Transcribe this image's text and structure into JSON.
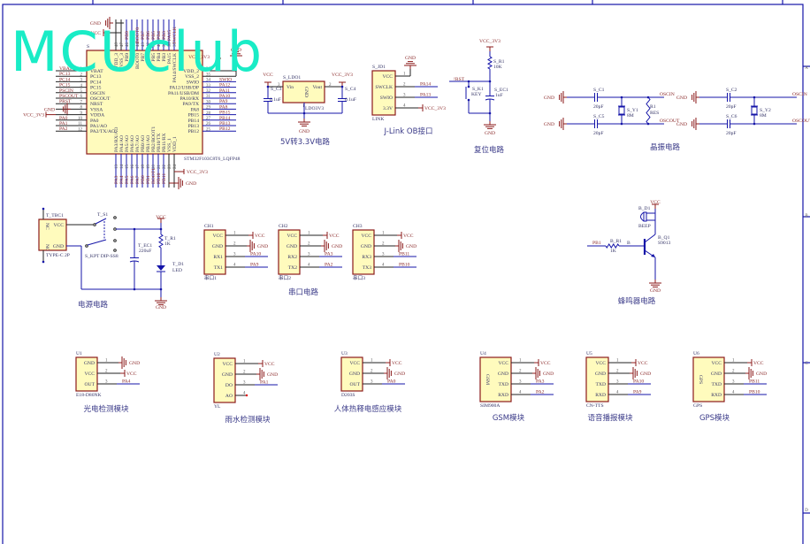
{
  "watermark": "MCUclub",
  "frame_letters": [
    "A",
    "B",
    "C",
    "D"
  ],
  "mcu": {
    "designator": "S",
    "part": "STM32F103C8T6_LQFP48",
    "left_pins": [
      {
        "num": "1",
        "name": "VBAT",
        "net": "VBAT"
      },
      {
        "num": "2",
        "name": "PC13",
        "net": "PC13"
      },
      {
        "num": "3",
        "name": "PC14",
        "net": "PC14"
      },
      {
        "num": "4",
        "name": "PC15",
        "net": "PC15"
      },
      {
        "num": "5",
        "name": "OSCIN",
        "net": "PSCIN"
      },
      {
        "num": "6",
        "name": "OSCOUT",
        "net": "PSCOUT"
      },
      {
        "num": "7",
        "name": "NRST",
        "net": "PRST"
      },
      {
        "num": "8",
        "name": "VSSA",
        "net": "GND"
      },
      {
        "num": "9",
        "name": "VDDA",
        "net": "VCC_3V3"
      },
      {
        "num": "10",
        "name": "PA0",
        "net": "PA0"
      },
      {
        "num": "11",
        "name": "PA1/AO",
        "net": "PA1"
      },
      {
        "num": "12",
        "name": "PA2/TX/AO",
        "net": "PA2"
      }
    ],
    "right_pins": [
      {
        "num": "36",
        "name": "VDD_2",
        "net": ""
      },
      {
        "num": "35",
        "name": "VSS_2",
        "net": ""
      },
      {
        "num": "34",
        "name": "SWIO",
        "net": "SWIO"
      },
      {
        "num": "33",
        "name": "PA12/USB/DP",
        "net": "PA12"
      },
      {
        "num": "32",
        "name": "PA11/USB/DM",
        "net": "PA11"
      },
      {
        "num": "31",
        "name": "PA10/RX",
        "net": "PA10"
      },
      {
        "num": "30",
        "name": "PA9/TX",
        "net": "PA9"
      },
      {
        "num": "29",
        "name": "PA8",
        "net": "PA8"
      },
      {
        "num": "28",
        "name": "PB15",
        "net": "PB15"
      },
      {
        "num": "27",
        "name": "PB14",
        "net": "PB14"
      },
      {
        "num": "26",
        "name": "PB13",
        "net": "PB13"
      },
      {
        "num": "25",
        "name": "PB12",
        "net": "PB12"
      }
    ],
    "top_pins": [
      {
        "num": "48",
        "name": "VDD_3",
        "net": ""
      },
      {
        "num": "47",
        "name": "VSS_3",
        "net": ""
      },
      {
        "num": "46",
        "name": "PB9",
        "net": "PB9"
      },
      {
        "num": "45",
        "name": "PB8",
        "net": "PB8"
      },
      {
        "num": "44",
        "name": "BOOT0",
        "net": "BOOT0"
      },
      {
        "num": "43",
        "name": "PB7",
        "net": "PB7"
      },
      {
        "num": "42",
        "name": "PB6",
        "net": "PB6"
      },
      {
        "num": "41",
        "name": "PB5",
        "net": "PB5"
      },
      {
        "num": "40",
        "name": "PB4",
        "net": "PB4"
      },
      {
        "num": "39",
        "name": "PB3",
        "net": "PB3"
      },
      {
        "num": "38",
        "name": "PA15",
        "net": "PA15"
      },
      {
        "num": "37",
        "name": "PA14/SWCLK",
        "net": "SWCLK"
      }
    ],
    "bottom_pins": [
      {
        "num": "13",
        "name": "PA3/RX/AO",
        "net": "PA3"
      },
      {
        "num": "14",
        "name": "PA4/AO",
        "net": "PA4"
      },
      {
        "num": "15",
        "name": "PA5/AO",
        "net": "PA5"
      },
      {
        "num": "16",
        "name": "PA6/AO",
        "net": "PA6"
      },
      {
        "num": "17",
        "name": "PA7/AO",
        "net": "PA7"
      },
      {
        "num": "18",
        "name": "PB0/AO",
        "net": "PB0"
      },
      {
        "num": "19",
        "name": "PB1/AO",
        "net": "PB1"
      },
      {
        "num": "20",
        "name": "PB2/BOOT1",
        "net": "BOOT1"
      },
      {
        "num": "21",
        "name": "PB10/TX",
        "net": "PB10"
      },
      {
        "num": "22",
        "name": "PB11/RX",
        "net": "PB11"
      },
      {
        "num": "23",
        "name": "VSS_1",
        "net": ""
      },
      {
        "num": "24",
        "name": "VDD_1",
        "net": ""
      }
    ],
    "power": {
      "gnd_top": "GND",
      "vcc_top": "VCC",
      "vcc3_right": "VCC_3V3",
      "gnd_right": "GND",
      "vcc3_bottom": "VCC_3V3",
      "gnd_bottom": "GND"
    }
  },
  "ldo": {
    "ref": "S_LDO1",
    "part": "LDO3V3",
    "vin": "Vin",
    "vout": "Vout",
    "gnd_pin": "GND",
    "pin_in": "3",
    "pin_out": "2",
    "pin_gnd": "1",
    "vcc": "VCC",
    "vcc3": "VCC_3V3",
    "gnd": "GND",
    "c3_ref": "S_C3",
    "c3_val": "0.1uF",
    "c4_ref": "S_C4",
    "c4_val": "0.1uF",
    "caption": "5V转3.3V电路"
  },
  "modules": {
    "jd1": {
      "ref": "S_JD1",
      "footer": "LINK",
      "pins": [
        {
          "num": "1",
          "name": "VCC",
          "net": "GND",
          "kind": "gndup"
        },
        {
          "num": "2",
          "name": "SWCLK",
          "net": "PA14",
          "kind": "sig"
        },
        {
          "num": "3",
          "name": "SWIO",
          "net": "PA13",
          "kind": "sig"
        },
        {
          "num": "4",
          "name": "3.3V",
          "net": "VCC_3V3",
          "kind": "vcc"
        }
      ]
    },
    "ch1": {
      "ref": "CH1",
      "footer": "串口1",
      "pins": [
        {
          "num": "1",
          "name": "VCC",
          "net": "VCC",
          "kind": "vcc"
        },
        {
          "num": "2",
          "name": "GND",
          "net": "GND",
          "kind": "gnd"
        },
        {
          "num": "3",
          "name": "RX1",
          "net": "PA10",
          "kind": "sig"
        },
        {
          "num": "4",
          "name": "TX1",
          "net": "PA9",
          "kind": "sig"
        }
      ]
    },
    "ch2": {
      "ref": "CH2",
      "footer": "串口2",
      "pins": [
        {
          "num": "1",
          "name": "VCC",
          "net": "VCC",
          "kind": "vcc"
        },
        {
          "num": "2",
          "name": "GND",
          "net": "GND",
          "kind": "gnd"
        },
        {
          "num": "3",
          "name": "RX2",
          "net": "PA3",
          "kind": "sig"
        },
        {
          "num": "4",
          "name": "TX2",
          "net": "PA2",
          "kind": "sig"
        }
      ]
    },
    "ch3": {
      "ref": "CH3",
      "footer": "串口3",
      "pins": [
        {
          "num": "1",
          "name": "VCC",
          "net": "VCC",
          "kind": "vcc"
        },
        {
          "num": "2",
          "name": "GND",
          "net": "GND",
          "kind": "gnd"
        },
        {
          "num": "3",
          "name": "RX3",
          "net": "PB11",
          "kind": "sig"
        },
        {
          "num": "4",
          "name": "TX3",
          "net": "PB10",
          "kind": "sig"
        }
      ]
    },
    "u1": {
      "ref": "U1",
      "footer": "E18-D80NK",
      "caption": "光电检测模块",
      "pins": [
        {
          "num": "1",
          "name": "GND",
          "net": "GND",
          "kind": "gnd"
        },
        {
          "num": "2",
          "name": "VCC",
          "net": "VCC",
          "kind": "vcc"
        },
        {
          "num": "3",
          "name": "OUT",
          "net": "PA4",
          "kind": "sig"
        }
      ]
    },
    "u2": {
      "ref": "U2",
      "footer": "YL",
      "caption": "雨水检测模块",
      "pins": [
        {
          "num": "1",
          "name": "VCC",
          "net": "VCC",
          "kind": "vcc"
        },
        {
          "num": "2",
          "name": "GND",
          "net": "GND",
          "kind": "gnd"
        },
        {
          "num": "3",
          "name": "DO",
          "net": "PA1",
          "kind": "sig"
        },
        {
          "num": "4",
          "name": "AO",
          "net": "",
          "kind": "nc"
        }
      ]
    },
    "u3": {
      "ref": "U3",
      "footer": "D203S",
      "caption": "人体热释电感应模块",
      "pins": [
        {
          "num": "1",
          "name": "VCC",
          "net": "VCC",
          "kind": "vcc"
        },
        {
          "num": "2",
          "name": "GND",
          "net": "GND",
          "kind": "gnd"
        },
        {
          "num": "3",
          "name": "OUT",
          "net": "PA0",
          "kind": "sig"
        }
      ]
    },
    "u4": {
      "ref": "U4",
      "footer": "SIM900A",
      "inner": "GSM",
      "caption": "GSM模块",
      "pins": [
        {
          "num": "1",
          "name": "VCC",
          "net": "VCC",
          "kind": "vcc"
        },
        {
          "num": "2",
          "name": "GND",
          "net": "GND",
          "kind": "gnd"
        },
        {
          "num": "3",
          "name": "TXD",
          "net": "PA3",
          "kind": "sig"
        },
        {
          "num": "4",
          "name": "RXD",
          "net": "PA2",
          "kind": "sig"
        }
      ]
    },
    "u5": {
      "ref": "U5",
      "footer": "CN-TTS",
      "caption": "语音播报模块",
      "pins": [
        {
          "num": "1",
          "name": "VCC",
          "net": "VCC",
          "kind": "vcc"
        },
        {
          "num": "2",
          "name": "GND",
          "net": "GND",
          "kind": "gnd"
        },
        {
          "num": "3",
          "name": "TXD",
          "net": "PA10",
          "kind": "sig"
        },
        {
          "num": "4",
          "name": "RXD",
          "net": "PA9",
          "kind": "sig"
        }
      ]
    },
    "u6": {
      "ref": "U6",
      "footer": "GPS",
      "inner": "GPS",
      "caption": "GPS模块",
      "pins": [
        {
          "num": "1",
          "name": "VCC",
          "net": "VCC",
          "kind": "vcc"
        },
        {
          "num": "2",
          "name": "GND",
          "net": "GND",
          "kind": "gnd"
        },
        {
          "num": "3",
          "name": "TXD",
          "net": "PB11",
          "kind": "sig"
        },
        {
          "num": "4",
          "name": "RXD",
          "net": "PB10",
          "kind": "sig"
        }
      ]
    }
  },
  "jlink_caption": "J-Link OB接口",
  "serial_caption": "串口电路",
  "reset": {
    "vcc3": "VCC_3V3",
    "r_ref": "S_R1",
    "r_val": "10K",
    "net": "!RST",
    "key_ref": "S_K1",
    "key_val": "KEY",
    "c_ref": "S_EC1",
    "c_val": "1uF",
    "gnd": "GND",
    "caption": "复位电路"
  },
  "crystal": {
    "gnd": "GND",
    "oscin": "OSCIN",
    "oscout": "OSCOUT",
    "c1_ref": "S_C1",
    "c1_val": "20pF",
    "c5_ref": "S_C5",
    "c5_val": "20pF",
    "y1_ref": "S_Y1",
    "y1_val": "8M",
    "r_ref": "R1",
    "r_val": "RES",
    "c2_ref": "S_C2",
    "c2_val": "20pF",
    "c6_ref": "S_C6",
    "c6_val": "20pF",
    "y2_ref": "S_Y2",
    "y2_val": "8M",
    "caption": "晶振电路"
  },
  "power": {
    "conn_ref": "T_TBC1",
    "conn_part": "TYPE-C 2P",
    "nc": "NC",
    "vcc_pin": "VCC",
    "gnd_pin": "GND",
    "sw_ref": "T_S1",
    "sw_part": "S_KPT DIP-SS8",
    "c_ref": "T_EC1",
    "c_val": "220uF",
    "r_ref": "T_R1",
    "r_val": "1K",
    "led_ref": "T_D1",
    "led_val": "LED",
    "vcc": "VCC",
    "gnd": "GND",
    "caption": "电源电路"
  },
  "buzzer": {
    "vcc": "VCC",
    "beep_ref": "B_D1",
    "beep_val": "BEEP",
    "q_ref": "B_Q1",
    "q_val": "S9013",
    "net": "PB1",
    "r_ref": "B_R1",
    "r_val": "1K",
    "b": "B",
    "gnd": "GND",
    "caption": "蜂鸣器电路"
  }
}
